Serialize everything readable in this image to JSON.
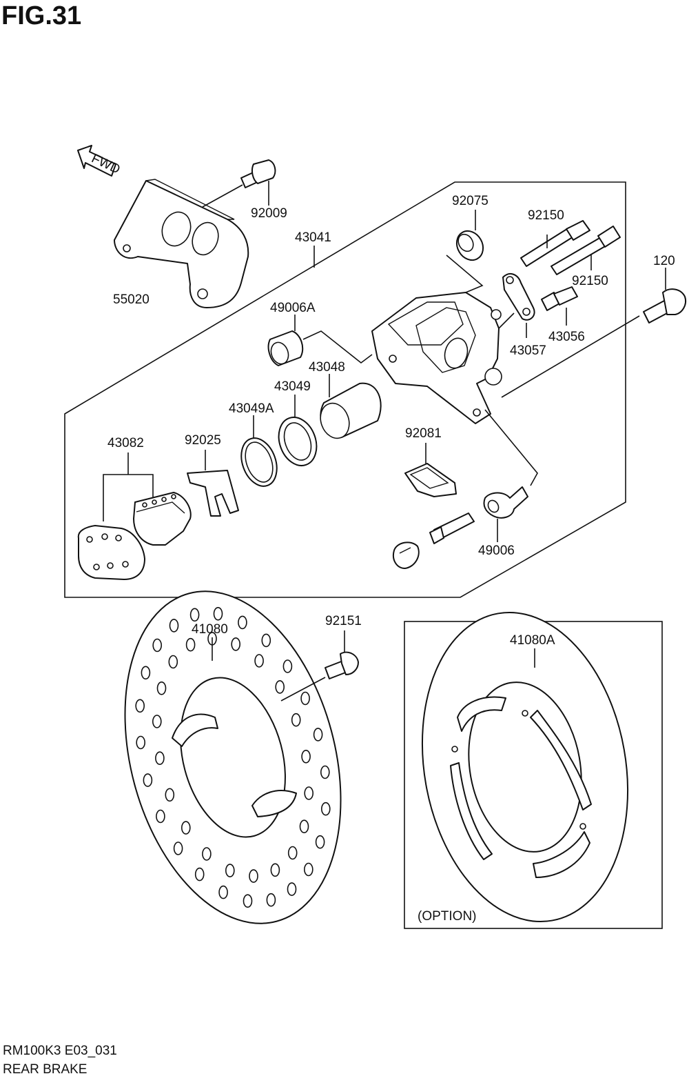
{
  "figure": {
    "title": "FIG.31"
  },
  "fwd_label": "FWD",
  "callouts": {
    "c92009": "92009",
    "c55020": "55020",
    "c43041": "43041",
    "c92075": "92075",
    "c92150a": "92150",
    "c92150b": "92150",
    "c120": "120",
    "c49006A": "49006A",
    "c43048": "43048",
    "c43049": "43049",
    "c43049A": "43049A",
    "c43056": "43056",
    "c43057": "43057",
    "c43082": "43082",
    "c92025": "92025",
    "c92081": "92081",
    "c49006": "49006",
    "c41080": "41080",
    "c92151": "92151",
    "c41080A": "41080A"
  },
  "option_label": "(OPTION)",
  "footer": {
    "code": "RM100K3 E03_031",
    "name": "REAR BRAKE"
  }
}
